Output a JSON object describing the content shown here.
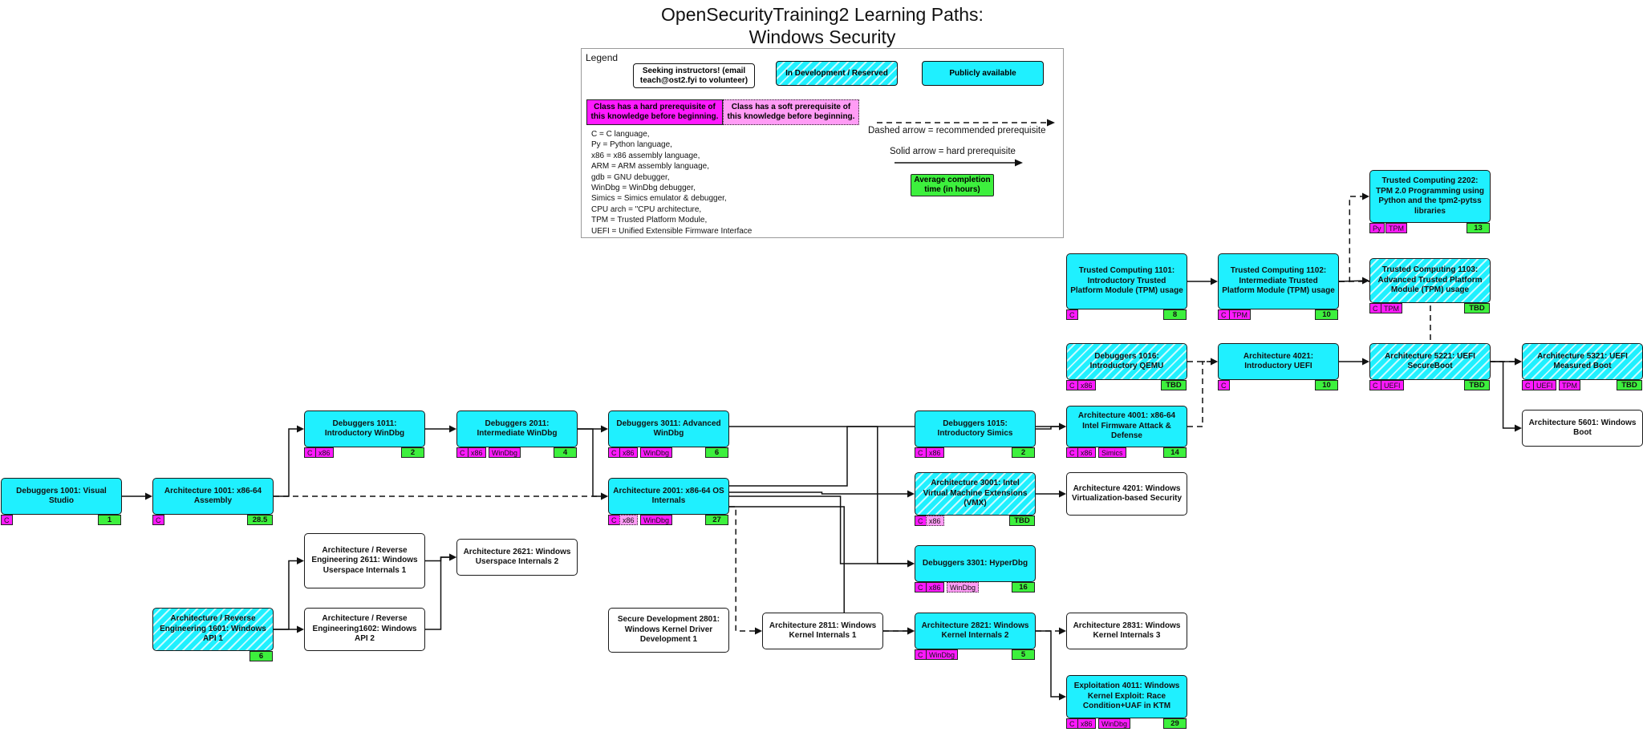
{
  "title": {
    "line1": "OpenSecurityTraining2 Learning Paths:",
    "line2": "Windows Security"
  },
  "legend": {
    "title": "Legend",
    "seeking": "Seeking instructors! (email teach@ost2.fyi to volunteer)",
    "in_development": "In Development / Reserved",
    "publicly_available": "Publicly available",
    "hard_prereq": "Class has a hard prerequisite of this knowledge before beginning.",
    "soft_prereq": "Class has a soft prerequisite of this knowledge before beginning.",
    "dashed_arrow": "Dashed arrow = recommended prerequisite",
    "solid_arrow": "Solid arrow = hard prerequisite",
    "avg_time": "Average completion time (in hours)",
    "abbreviations": [
      "C = C language,",
      "Py = Python language,",
      "x86 = x86 assembly language,",
      "ARM = ARM assembly language,",
      "gdb = GNU debugger,",
      "WinDbg = WinDbg debugger,",
      "Simics = Simics emulator & debugger,",
      "CPU arch = \"CPU architecture,",
      "TPM = Trusted Platform Module,",
      "UEFI = Unified Extensible Firmware Interface"
    ]
  },
  "colors": {
    "public": "#1ff0ff",
    "hard": "#ff1aff",
    "soft": "#ff9cf5",
    "hours": "#3df03d"
  },
  "nodes": [
    {
      "id": "dbg1001",
      "title": "Debuggers 1001: Visual Studio",
      "status": "public",
      "hours": "1",
      "tags": [
        {
          "label": "C",
          "type": "hard"
        }
      ]
    },
    {
      "id": "arch1001",
      "title": "Architecture 1001: x86-64 Assembly",
      "status": "public",
      "hours": "28.5",
      "tags": [
        {
          "label": "C",
          "type": "hard"
        }
      ]
    },
    {
      "id": "dbg1011",
      "title": "Debuggers 1011: Introductory WinDbg",
      "status": "public",
      "hours": "2",
      "tags": [
        {
          "label": "C",
          "type": "hard"
        },
        {
          "label": "x86",
          "type": "hard"
        }
      ]
    },
    {
      "id": "dbg2011",
      "title": "Debuggers 2011: Intermediate WinDbg",
      "status": "public",
      "hours": "4",
      "tags": [
        {
          "label": "C",
          "type": "hard"
        },
        {
          "label": "x86",
          "type": "hard"
        },
        {
          "label": "WinDbg",
          "type": "hard"
        }
      ]
    },
    {
      "id": "dbg3011",
      "title": "Debuggers 3011: Advanced WinDbg",
      "status": "public",
      "hours": "6",
      "tags": [
        {
          "label": "C",
          "type": "hard"
        },
        {
          "label": "x86",
          "type": "hard"
        },
        {
          "label": "WinDbg",
          "type": "hard"
        }
      ]
    },
    {
      "id": "arch2001",
      "title": "Architecture 2001: x86-64 OS Internals",
      "status": "public",
      "hours": "27",
      "tags": [
        {
          "label": "C",
          "type": "hard"
        },
        {
          "label": "x86",
          "type": "soft"
        },
        {
          "label": "WinDbg",
          "type": "hard"
        }
      ]
    },
    {
      "id": "are2611",
      "title": "Architecture / Reverse Engineering 2611: Windows Userspace Internals 1",
      "status": "seek",
      "hours": "",
      "tags": []
    },
    {
      "id": "arch2621",
      "title": "Architecture 2621: Windows Userspace Internals 2",
      "status": "seek",
      "hours": "",
      "tags": []
    },
    {
      "id": "are1601",
      "title": "Architecture / Reverse Engineering 1601: Windows API 1",
      "status": "dev",
      "hours": "6",
      "tags": []
    },
    {
      "id": "are1602",
      "title": "Architecture / Reverse Engineering1602: Windows API 2",
      "status": "seek",
      "hours": "",
      "tags": []
    },
    {
      "id": "sd2801",
      "title": "Secure Development 2801: Windows Kernel Driver Development 1",
      "status": "seek",
      "hours": "",
      "tags": []
    },
    {
      "id": "arch2811",
      "title": "Architecture 2811: Windows Kernel Internals 1",
      "status": "seek",
      "hours": "",
      "tags": []
    },
    {
      "id": "dbg1015",
      "title": "Debuggers 1015: Introductory Simics",
      "status": "public",
      "hours": "2",
      "tags": [
        {
          "label": "C",
          "type": "hard"
        },
        {
          "label": "x86",
          "type": "hard"
        }
      ]
    },
    {
      "id": "arch3001",
      "title": "Architecture 3001: Intel Virtual Machine Extensions (VMX)",
      "status": "dev",
      "hours": "TBD",
      "tags": [
        {
          "label": "C",
          "type": "hard"
        },
        {
          "label": "x86",
          "type": "soft"
        }
      ]
    },
    {
      "id": "dbg3301",
      "title": "Debuggers 3301: HyperDbg",
      "status": "public",
      "hours": "16",
      "tags": [
        {
          "label": "C",
          "type": "hard"
        },
        {
          "label": "x86",
          "type": "hard"
        },
        {
          "label": "WinDbg",
          "type": "soft"
        }
      ]
    },
    {
      "id": "arch2821",
      "title": "Architecture 2821: Windows Kernel Internals 2",
      "status": "public",
      "hours": "5",
      "tags": [
        {
          "label": "C",
          "type": "hard"
        },
        {
          "label": "WinDbg",
          "type": "hard"
        }
      ]
    },
    {
      "id": "arch2831",
      "title": "Architecture 2831: Windows Kernel Internals 3",
      "status": "seek",
      "hours": "",
      "tags": []
    },
    {
      "id": "expl4011",
      "title": "Exploitation 4011: Windows Kernel Exploit: Race Condition+UAF in KTM",
      "status": "public",
      "hours": "29",
      "tags": [
        {
          "label": "C",
          "type": "hard"
        },
        {
          "label": "x86",
          "type": "hard"
        },
        {
          "label": "WinDbg",
          "type": "hard"
        }
      ]
    },
    {
      "id": "arch4001",
      "title": "Architecture 4001: x86-64 Intel Firmware Attack & Defense",
      "status": "public",
      "hours": "14",
      "tags": [
        {
          "label": "C",
          "type": "hard"
        },
        {
          "label": "x86",
          "type": "hard"
        },
        {
          "label": "Simics",
          "type": "hard"
        }
      ]
    },
    {
      "id": "arch4201",
      "title": "Architecture 4201: Windows Virtualization-based Security",
      "status": "seek",
      "hours": "",
      "tags": []
    },
    {
      "id": "dbg1016",
      "title": "Debuggers 1016: Introductory QEMU",
      "status": "dev",
      "hours": "TBD",
      "tags": [
        {
          "label": "C",
          "type": "hard"
        },
        {
          "label": "x86",
          "type": "hard"
        }
      ]
    },
    {
      "id": "tc1101",
      "title": "Trusted Computing 1101: Introductory Trusted Platform Module (TPM) usage",
      "status": "public",
      "hours": "8",
      "tags": [
        {
          "label": "C",
          "type": "hard"
        }
      ]
    },
    {
      "id": "tc1102",
      "title": "Trusted Computing 1102: Intermediate Trusted Platform Module (TPM) usage",
      "status": "public",
      "hours": "10",
      "tags": [
        {
          "label": "C",
          "type": "hard"
        },
        {
          "label": "TPM",
          "type": "hard"
        }
      ]
    },
    {
      "id": "arch4021",
      "title": "Architecture 4021: Introductory UEFI",
      "status": "public",
      "hours": "10",
      "tags": [
        {
          "label": "C",
          "type": "hard"
        }
      ]
    },
    {
      "id": "tc2202",
      "title": "Trusted Computing 2202: TPM 2.0 Programming using Python and the tpm2-pytss libraries",
      "status": "public",
      "hours": "13",
      "tags": [
        {
          "label": "Py",
          "type": "hard"
        },
        {
          "label": "TPM",
          "type": "hard"
        }
      ]
    },
    {
      "id": "tc1103",
      "title": "Trusted Computing 1103: Advanced Trusted Platform Module (TPM) usage",
      "status": "dev",
      "hours": "TBD",
      "tags": [
        {
          "label": "C",
          "type": "hard"
        },
        {
          "label": "TPM",
          "type": "hard"
        }
      ]
    },
    {
      "id": "arch5221",
      "title": "Architecture 5221: UEFI SecureBoot",
      "status": "dev",
      "hours": "TBD",
      "tags": [
        {
          "label": "C",
          "type": "hard"
        },
        {
          "label": "UEFI",
          "type": "hard"
        }
      ]
    },
    {
      "id": "arch5321",
      "title": "Architecture 5321: UEFI Measured Boot",
      "status": "dev",
      "hours": "TBD",
      "tags": [
        {
          "label": "C",
          "type": "hard"
        },
        {
          "label": "UEFI",
          "type": "hard"
        },
        {
          "label": "TPM",
          "type": "hard"
        }
      ]
    },
    {
      "id": "arch5601",
      "title": "Architecture 5601: Windows Boot",
      "status": "seek",
      "hours": "",
      "tags": []
    }
  ],
  "edges": [
    {
      "from": "dbg1001",
      "to": "arch1001",
      "kind": "solid"
    },
    {
      "from": "arch1001",
      "to": "dbg1011",
      "kind": "solid"
    },
    {
      "from": "arch1001",
      "to": "arch2001",
      "kind": "dashed"
    },
    {
      "from": "dbg1011",
      "to": "dbg2011",
      "kind": "solid"
    },
    {
      "from": "dbg2011",
      "to": "dbg3011",
      "kind": "solid"
    },
    {
      "from": "dbg2011",
      "to": "arch2001",
      "kind": "solid"
    },
    {
      "from": "dbg3011",
      "to": "dbg3301",
      "kind": "solid"
    },
    {
      "from": "arch2001",
      "to": "arch4001",
      "kind": "solid"
    },
    {
      "from": "arch2001",
      "to": "arch3001",
      "kind": "solid"
    },
    {
      "from": "arch2001",
      "to": "dbg3301",
      "kind": "solid"
    },
    {
      "from": "arch2001",
      "to": "arch2811",
      "kind": "dashed"
    },
    {
      "from": "arch2001",
      "to": "arch2821",
      "kind": "solid"
    },
    {
      "from": "are1601",
      "to": "are2611",
      "kind": "solid"
    },
    {
      "from": "are1601",
      "to": "are1602",
      "kind": "solid"
    },
    {
      "from": "are2611",
      "to": "arch2621",
      "kind": "solid"
    },
    {
      "from": "are1602",
      "to": "arch2621",
      "kind": "solid"
    },
    {
      "from": "arch2811",
      "to": "arch2821",
      "kind": "dashed"
    },
    {
      "from": "arch2821",
      "to": "arch2831",
      "kind": "dashed"
    },
    {
      "from": "arch2821",
      "to": "expl4011",
      "kind": "solid"
    },
    {
      "from": "dbg1015",
      "to": "arch4001",
      "kind": "solid"
    },
    {
      "from": "arch3001",
      "to": "arch4201",
      "kind": "solid"
    },
    {
      "from": "arch4001",
      "to": "arch4021",
      "kind": "dashed"
    },
    {
      "from": "dbg1016",
      "to": "arch4021",
      "kind": "dashed"
    },
    {
      "from": "tc1101",
      "to": "tc1102",
      "kind": "solid"
    },
    {
      "from": "tc1102",
      "to": "tc2202",
      "kind": "dashed"
    },
    {
      "from": "tc1102",
      "to": "tc1103",
      "kind": "solid"
    },
    {
      "from": "tc1102",
      "to": "arch5321",
      "kind": "dashed"
    },
    {
      "from": "arch4021",
      "to": "arch5221",
      "kind": "solid"
    },
    {
      "from": "arch5221",
      "to": "arch5321",
      "kind": "solid"
    },
    {
      "from": "arch5221",
      "to": "arch5601",
      "kind": "solid"
    }
  ]
}
